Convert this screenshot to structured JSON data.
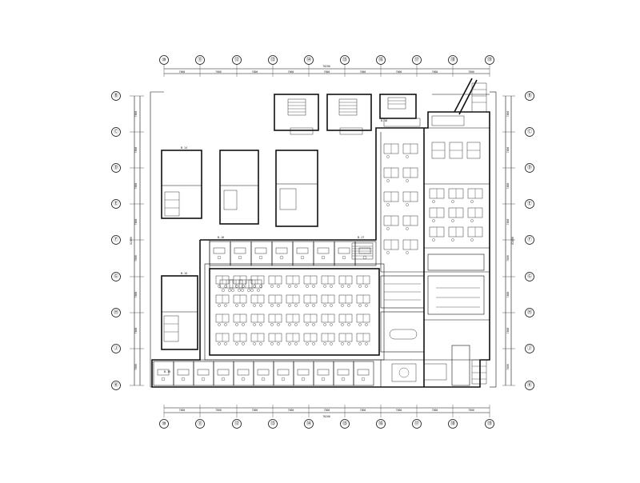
{
  "drawing": {
    "top_axes": [
      "⑩",
      "⑪",
      "⑫",
      "⑬",
      "⑭",
      "⑮",
      "⑯",
      "⑰",
      "⑱",
      "⑲"
    ],
    "bottom_axes": [
      "⑩",
      "⑪",
      "⑫",
      "⑬",
      "⑭",
      "⑮",
      "⑯",
      "⑰",
      "⑱",
      "⑲"
    ],
    "left_axes": [
      "Ⓑ",
      "Ⓒ",
      "Ⓓ",
      "Ⓔ",
      "Ⓕ",
      "Ⓖ",
      "Ⓗ",
      "Ⓙ",
      "Ⓚ"
    ],
    "right_axes": [
      "Ⓑ",
      "Ⓒ",
      "Ⓓ",
      "Ⓔ",
      "Ⓕ",
      "Ⓖ",
      "Ⓗ",
      "Ⓙ",
      "Ⓚ"
    ],
    "top_segment_dims": [
      "7800",
      "7800",
      "7800",
      "7800",
      "7800",
      "7800",
      "7800",
      "7800",
      "7800"
    ],
    "top_total_dim": "70200",
    "bottom_segment_dims": [
      "7800",
      "7800",
      "7800",
      "7800",
      "7800",
      "7800",
      "7800",
      "7800",
      "7800"
    ],
    "bottom_total_dim": "70200",
    "side_segment_dims": [
      "7800",
      "7800",
      "7800",
      "7800",
      "7800",
      "7800",
      "7800",
      "7800"
    ],
    "side_total_dim": "62400",
    "room_tags": [
      "B-14",
      "B-15",
      "B-16",
      "B-17",
      "B-18",
      "B-19"
    ]
  }
}
